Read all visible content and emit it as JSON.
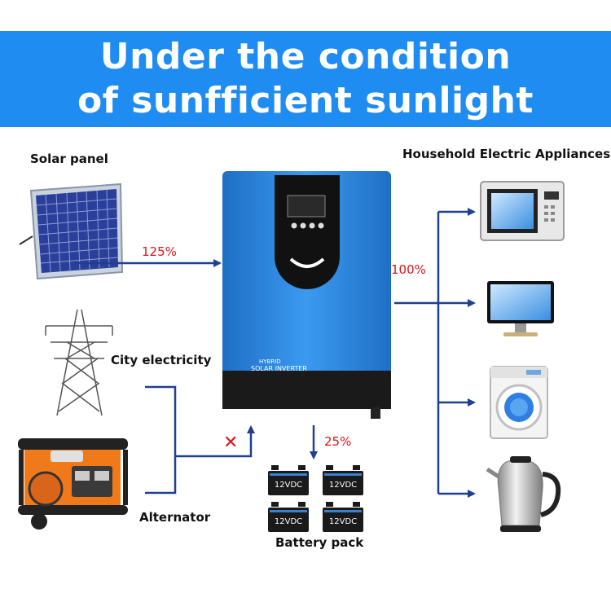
{
  "banner": {
    "line1": "Under the condition",
    "line2": "of sunfficient sunlight"
  },
  "labels": {
    "solar_panel": "Solar panel",
    "appliances": "Household Electric Appliances",
    "city_electricity": "City electricity",
    "alternator": "Alternator",
    "battery_pack": "Battery pack"
  },
  "flows": {
    "solar_to_inverter": "125%",
    "inverter_to_appliances": "100%",
    "inverter_to_battery": "25%"
  },
  "inverter": {
    "brand_line1": "HYBRID",
    "brand_line2": "SOLAR INVERTER"
  },
  "batteries": [
    "12VDC",
    "12VDC",
    "12VDC",
    "12VDC"
  ],
  "colors": {
    "banner": "#1e8cf0",
    "arrow": "#1f3f8f",
    "percent": "#d8161c",
    "inverter_body": "#2a86d8",
    "generator": "#f07a1a"
  },
  "blocked_symbol": "✕"
}
